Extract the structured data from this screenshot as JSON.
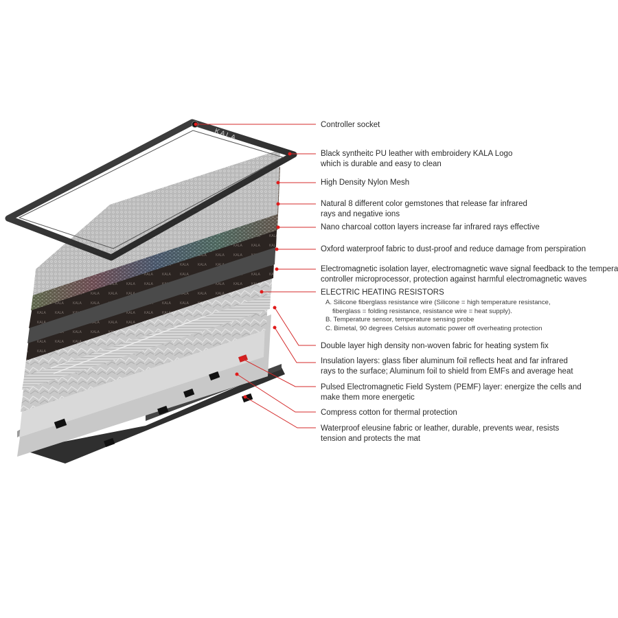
{
  "brand": {
    "logo_text": "KALA",
    "pattern_text": "KALA"
  },
  "colors": {
    "leader": "#d42a2a",
    "dot": "#e01b1b",
    "text": "#2b2b2b",
    "frame": "#2a2a2a",
    "base": "#333333"
  },
  "labels": [
    {
      "id": "controller-socket",
      "lines": [
        "Controller socket"
      ]
    },
    {
      "id": "pu-leather",
      "lines": [
        "Black syntheitc PU leather with embroidery KALA Logo",
        "which is durable and easy to clean"
      ]
    },
    {
      "id": "nylon-mesh",
      "lines": [
        "High Density Nylon Mesh"
      ]
    },
    {
      "id": "gemstones",
      "lines": [
        "Natural 8 different color gemstones that release far infrared",
        "rays and negative ions"
      ]
    },
    {
      "id": "charcoal-cotton",
      "lines": [
        "Nano charcoal cotton layers increase far infrared rays effective"
      ]
    },
    {
      "id": "oxford-fabric",
      "lines": [
        "Oxford waterproof fabric to dust-proof and reduce damage from perspiration"
      ]
    },
    {
      "id": "em-isolation",
      "lines": [
        "Electromagnetic isolation layer, electromagnetic wave signal feedback to the temperature",
        "controller microprocessor, protection against harmful electromagnetic waves"
      ]
    },
    {
      "id": "heating-resistors",
      "lines": [
        "ELECTRIC HEATING RESISTORS"
      ]
    },
    {
      "id": "non-woven",
      "lines": [
        "Double layer high density non-woven fabric for heating system fix"
      ]
    },
    {
      "id": "insulation",
      "lines": [
        "Insulation layers: glass fiber aluminum foil reflects heat and far infrared",
        "rays to the surface; Aluminum foil to shield from EMFs and average heat"
      ]
    },
    {
      "id": "pemf",
      "lines": [
        "Pulsed Electromagnetic Field System (PEMF) layer: energize the cells and",
        "make them more energetic"
      ]
    },
    {
      "id": "compress-cotton",
      "lines": [
        "Compress cotton for thermal protection"
      ]
    },
    {
      "id": "waterproof-base",
      "lines": [
        "Waterproof eleusine fabric or leather, durable, prevents wear, resists",
        "tension and protects the mat"
      ]
    }
  ],
  "resistor_details": [
    "A. Silicone fiberglass resistance wire (Silicone = high temperature resistance,",
    "fiberglass = folding resistance, resistance wire = heat supply).",
    "B. Temperature sensor, temperature sensing probe",
    "C. Bimetal, 90 degrees Celsius automatic power off overheating protection"
  ]
}
